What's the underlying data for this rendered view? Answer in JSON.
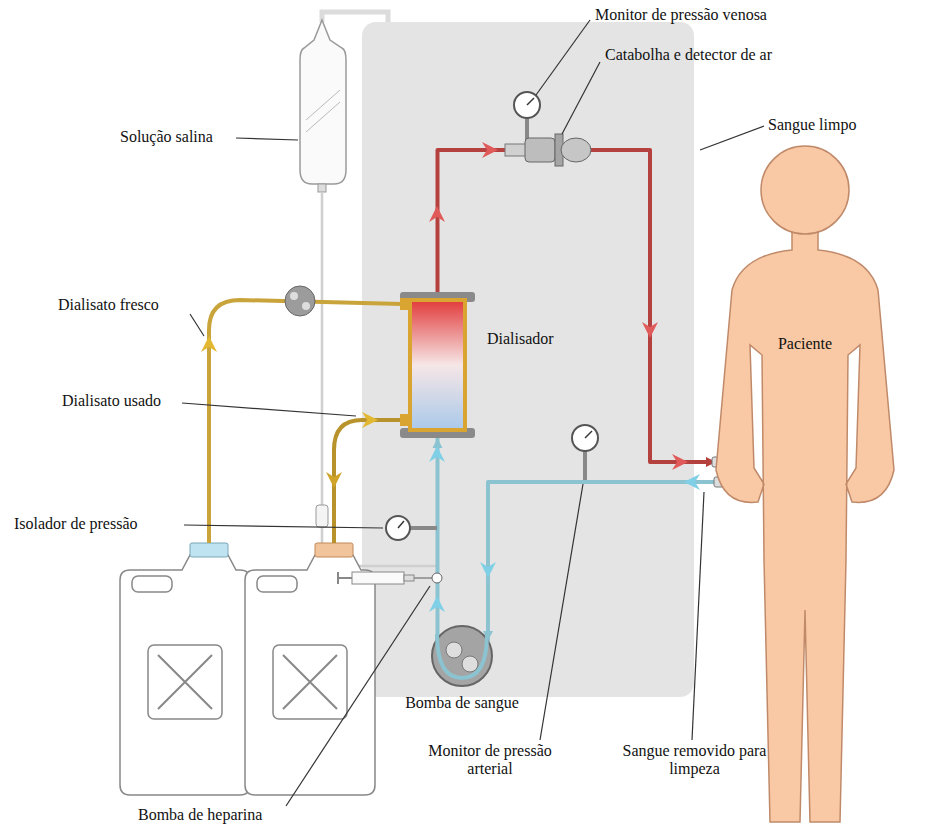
{
  "diagram": {
    "nodes": [
      {
        "text": [
          "Dialisador"
        ]
      },
      {
        "text": [
          "Paciente"
        ]
      },
      {
        "text": [
          "Bomba de sangue"
        ]
      }
    ],
    "edges": [
      {
        "from": 1,
        "to": 2,
        "arrow": "to"
      },
      {
        "from": 2,
        "to": 0,
        "arrow": "to"
      },
      {
        "from": 0,
        "to": 1,
        "arrow": "to"
      }
    ],
    "labels": [
      "Monitor de pressão venosa",
      "Catabolha e detector de ar",
      "Sangue limpo",
      "Solução salina",
      "Dialisato fresco",
      "Dialisato usado",
      "Isolador de pressão",
      "Bomba de heparina",
      "Monitor de pressão arterial",
      "Sangue removido para limpeza"
    ]
  }
}
